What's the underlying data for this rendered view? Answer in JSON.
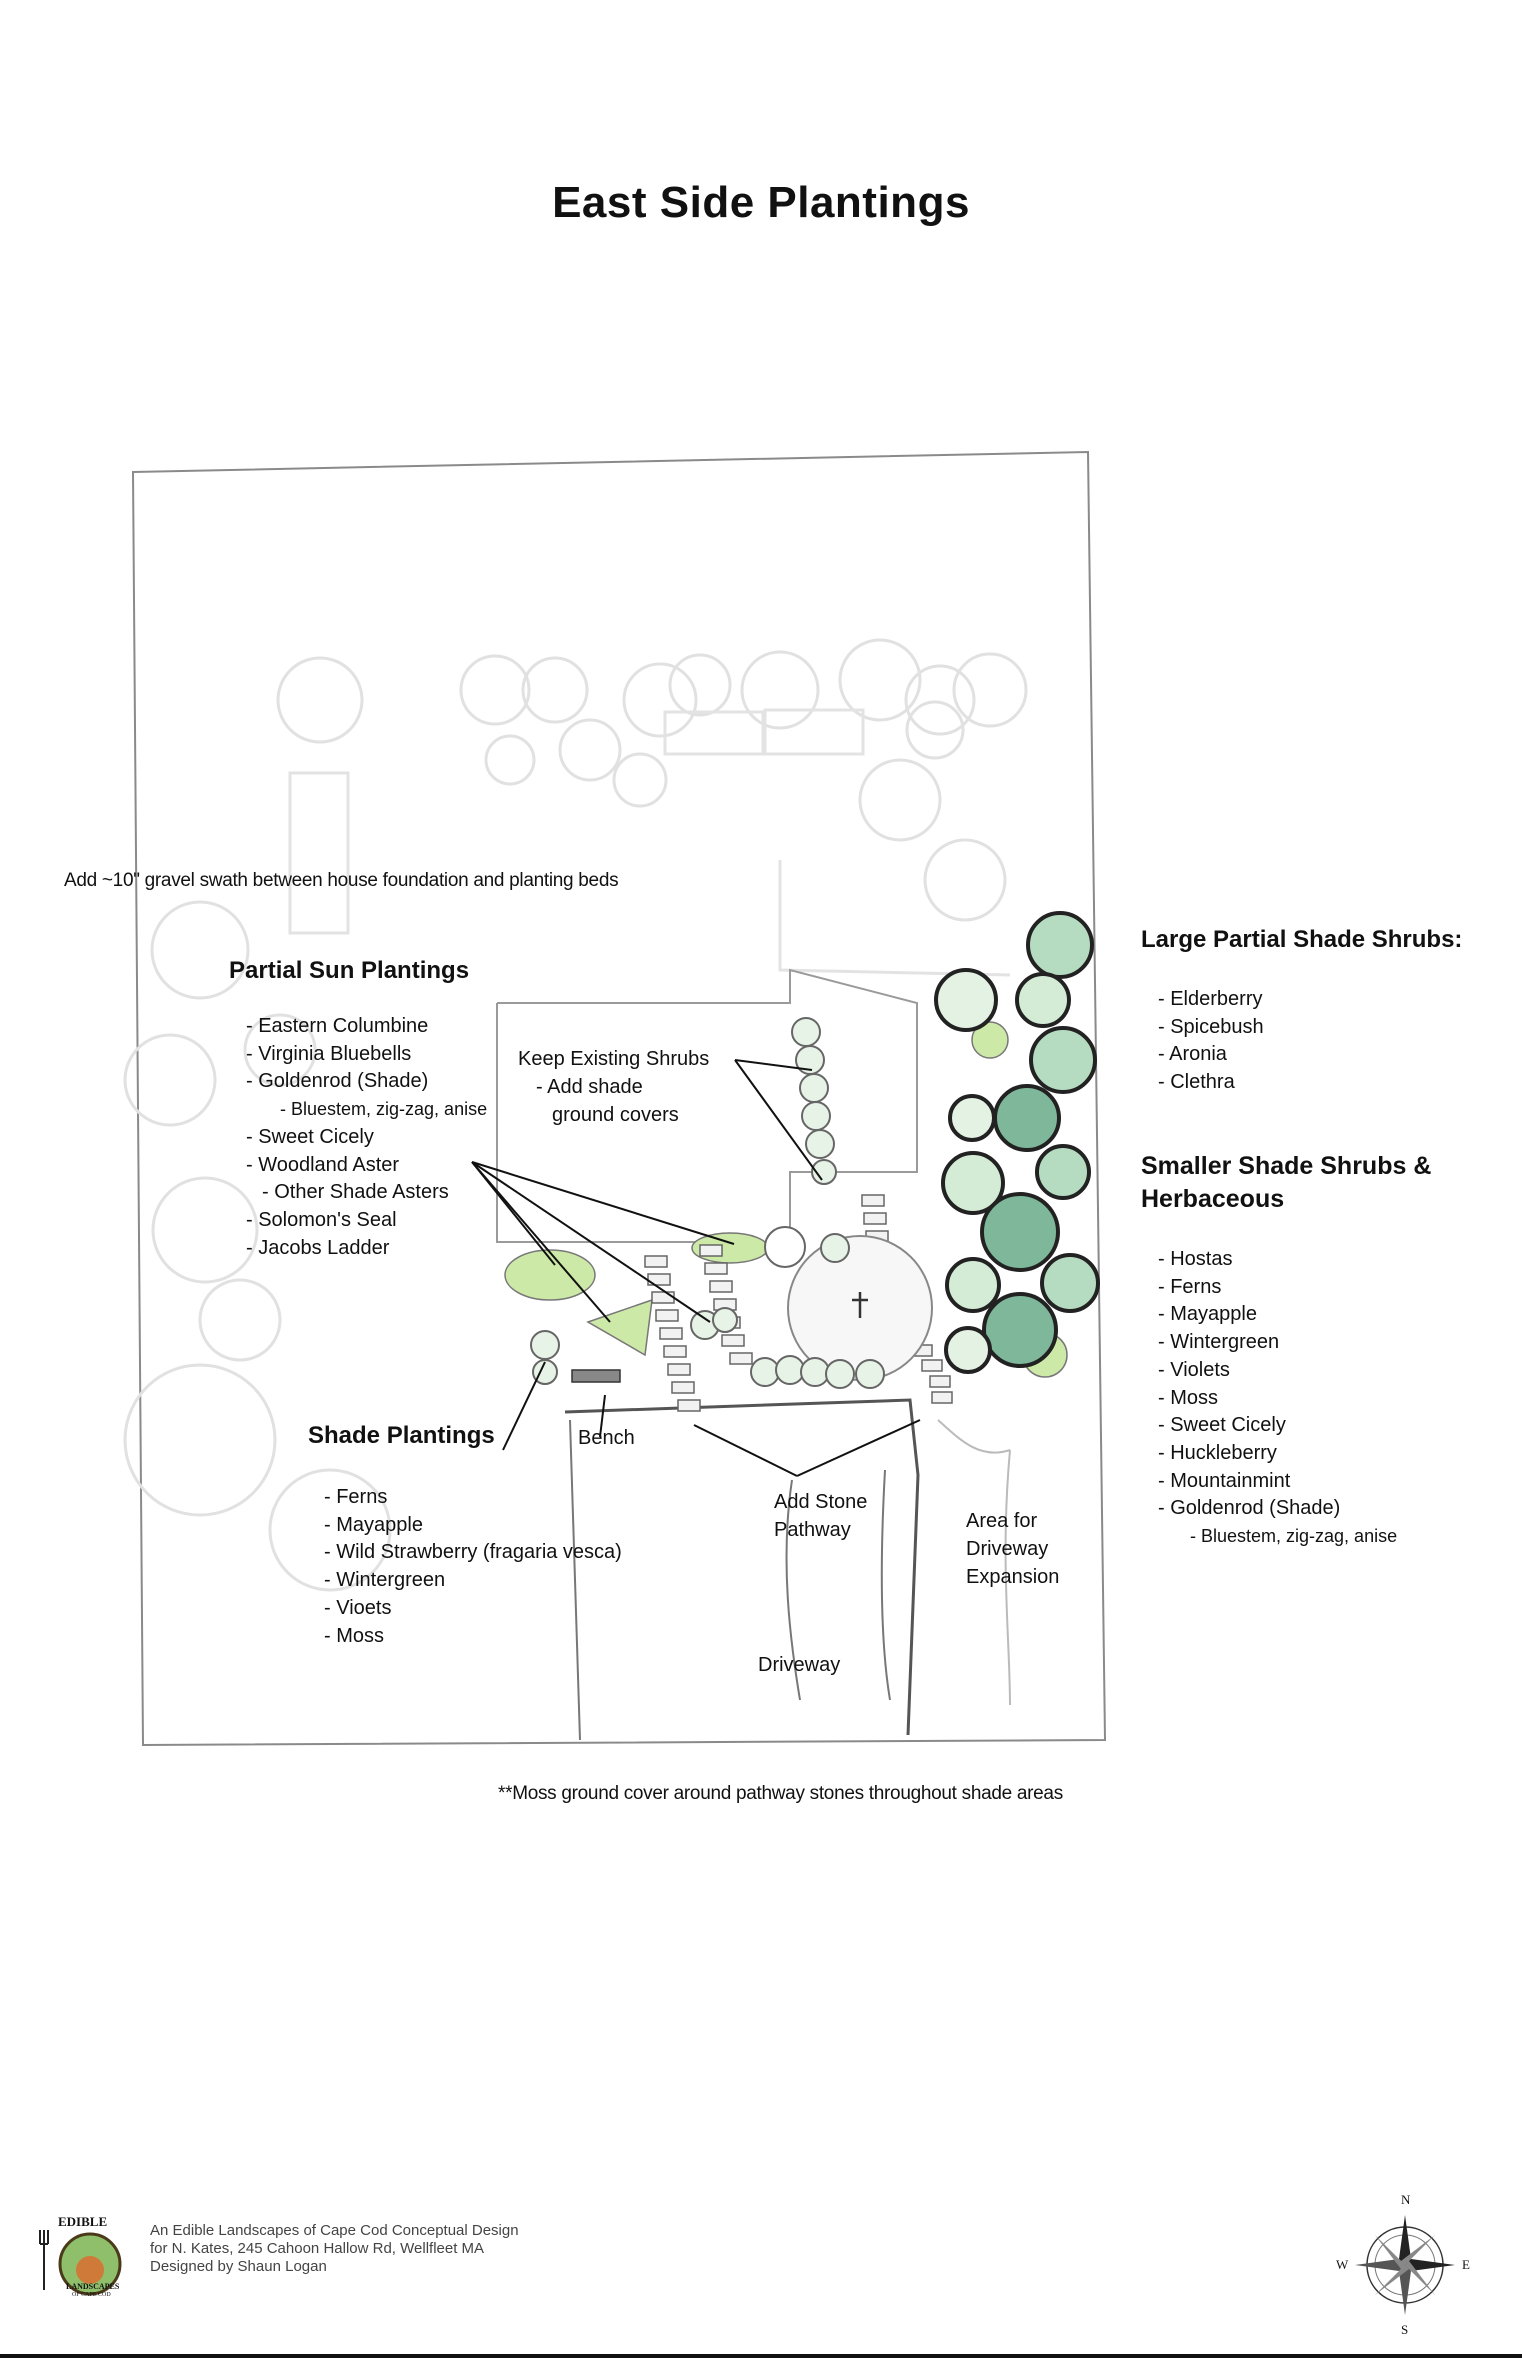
{
  "title": "East Side Plantings",
  "notes": {
    "gravel": "Add ~10\" gravel swath between house foundation and planting beds",
    "moss": "**Moss ground cover around pathway stones throughout shade areas"
  },
  "partial_sun": {
    "heading": "Partial Sun Plantings",
    "items": [
      "- Eastern Columbine",
      "- Virginia Bluebells",
      "- Goldenrod (Shade)",
      "- Bluestem, zig-zag, anise",
      "- Sweet Cicely",
      "- Woodland Aster",
      "- Other Shade Asters",
      "- Solomon's Seal",
      "- Jacobs Ladder"
    ]
  },
  "shade": {
    "heading": "Shade Plantings",
    "items": [
      "- Ferns",
      "- Mayapple",
      "- Wild Strawberry (fragaria vesca)",
      "- Wintergreen",
      "- Vioets",
      "- Moss"
    ]
  },
  "large_shrubs": {
    "heading": "Large Partial Shade Shrubs:",
    "items": [
      "- Elderberry",
      "- Spicebush",
      "- Aronia",
      "- Clethra"
    ]
  },
  "small_shrubs": {
    "heading": "Smaller Shade Shrubs & Herbaceous",
    "items": [
      "- Hostas",
      "- Ferns",
      "- Mayapple",
      "- Wintergreen",
      "- Violets",
      "- Moss",
      "- Sweet Cicely",
      "- Huckleberry",
      "- Mountainmint",
      "- Goldenrod (Shade)",
      "- Bluestem, zig-zag, anise"
    ]
  },
  "plan_labels": {
    "keep_shrubs": "Keep Existing Shrubs",
    "add_shade": "- Add shade",
    "ground_covers": "ground covers",
    "bench": "Bench",
    "add_stone": "Add Stone",
    "pathway": "Pathway",
    "area_for": "Area for",
    "driveway_word": "Driveway",
    "expansion": "Expansion",
    "driveway": "Driveway"
  },
  "footer": {
    "line1": "An Edible Landscapes of Cape Cod Conceptual Design",
    "line2": "for N. Kates, 245 Cahoon Hallow Rd, Wellfleet MA",
    "line3": "Designed by Shaun Logan",
    "logo": {
      "top": "EDIBLE",
      "middle": "LANDSCAPES",
      "bottom": "OF CAPE COD"
    }
  },
  "compass": {
    "n": "N",
    "s": "S",
    "e": "E",
    "w": "W"
  },
  "colors": {
    "light_green": "#cde9a8",
    "shrub_green": "#b5dcc0",
    "dark_shrub": "#7fb79a",
    "faded": "#e6e6e6"
  }
}
